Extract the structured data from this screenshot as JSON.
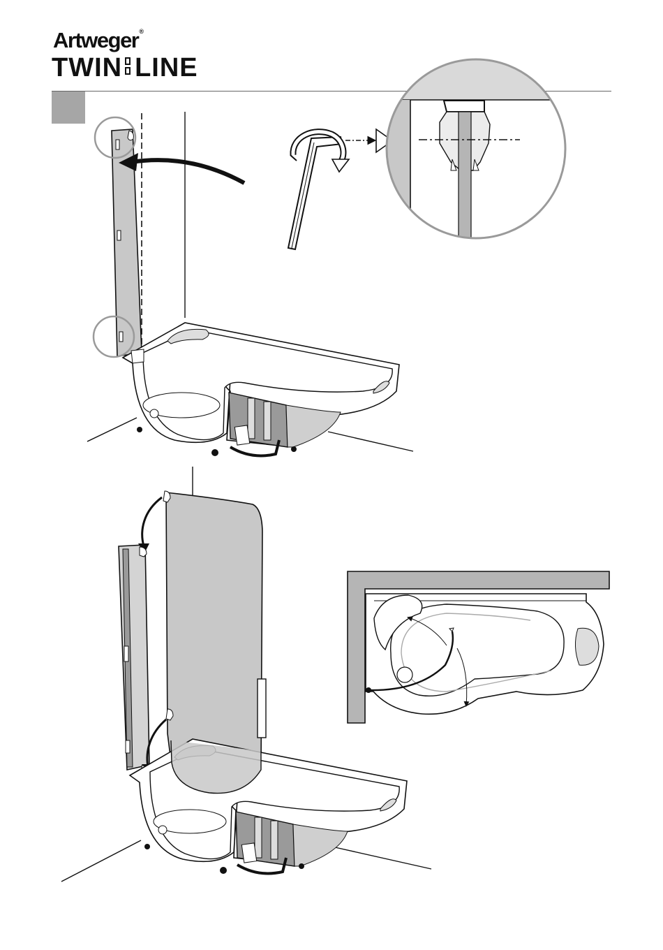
{
  "header": {
    "brand": "Artweger",
    "product_left": "TWIN",
    "product_right": "LINE"
  },
  "colors": {
    "step_box": "#a6a6a6",
    "wall_grey": "#d9d9d9",
    "panel_grey": "#c8c8c8",
    "highlight_circle": "#9a9a9a"
  },
  "icons": {
    "step_marker": "grey-square",
    "allen_key": "allen-key-icon",
    "rotate": "rotate-arrow-icon",
    "screw": "countersunk-screw-icon"
  }
}
